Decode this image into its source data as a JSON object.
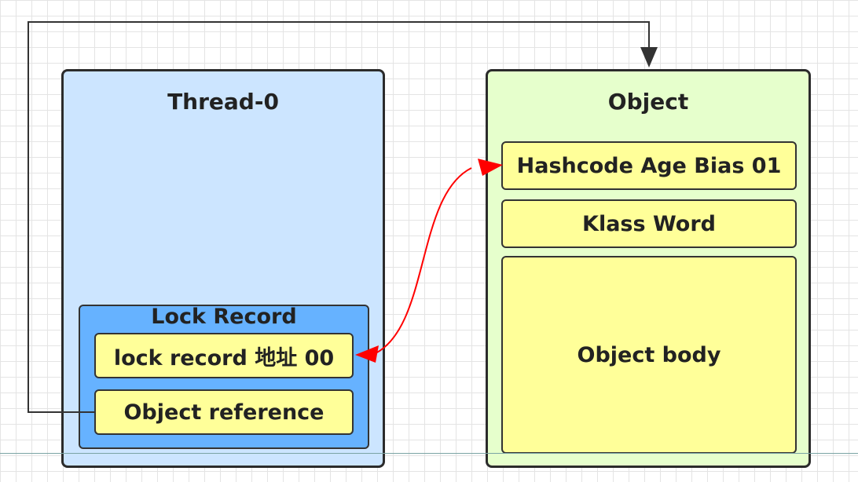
{
  "thread": {
    "title": "Thread-0",
    "lock_record": {
      "title": "Lock Record",
      "field_address": "lock record 地址 00",
      "field_reference": "Object reference"
    }
  },
  "object": {
    "title": "Object",
    "field_mark": "Hashcode Age Bias 01",
    "field_klass": "Klass Word",
    "field_body": "Object body"
  },
  "colors": {
    "thread_fill": "#cce5ff",
    "lock_record_fill": "#66b2ff",
    "object_fill": "#e6ffcc",
    "field_fill": "#ffff99",
    "swap_arrow": "#ff0000",
    "connector": "#333333"
  }
}
